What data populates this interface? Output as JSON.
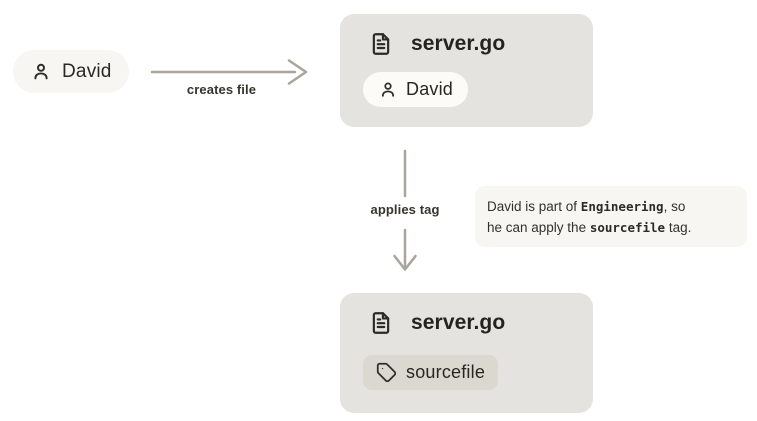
{
  "colors": {
    "background": "#ffffff",
    "card_bg": "#e5e3e0",
    "actor_pill_bg": "#f8f6f2",
    "owner_badge_bg": "#fcfbf8",
    "tag_badge_bg": "#dbd8d0",
    "note_bg": "#f7f6f3",
    "arrow": "#a9a49c",
    "text_dark": "#26251f"
  },
  "actor": {
    "icon": "person-icon",
    "name": "David"
  },
  "arrow_creates": {
    "label": "creates file"
  },
  "arrow_applies": {
    "label": "applies tag"
  },
  "file_card_before": {
    "icon": "file-text-icon",
    "title": "server.go",
    "owner_badge": {
      "icon": "person-icon",
      "label": "David"
    }
  },
  "file_card_after": {
    "icon": "file-text-icon",
    "title": "server.go",
    "tag_badge": {
      "icon": "tag-icon",
      "label": "sourcefile"
    }
  },
  "annotation": {
    "line1_part1": "David is part of ",
    "line1_code": "Engineering",
    "line1_part2": ", so",
    "line2_part1": "he can apply the ",
    "line2_code": "sourcefile",
    "line2_part2": " tag."
  }
}
